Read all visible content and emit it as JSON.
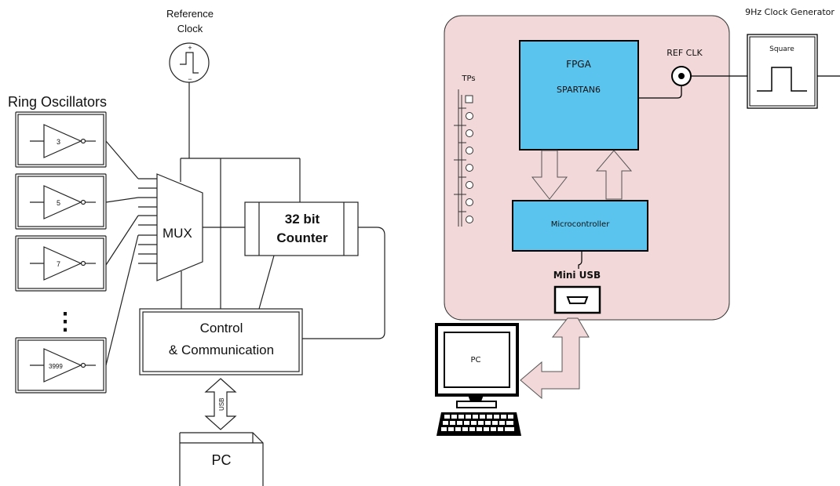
{
  "left_diagram": {
    "reference_clock": {
      "line1": "Reference",
      "line2": "Clock",
      "plus": "+",
      "minus": "−"
    },
    "ring_oscillators": {
      "title": "Ring Oscillators",
      "items": [
        "3",
        "5",
        "7",
        "3999"
      ],
      "ellipsis": "⋮"
    },
    "mux": {
      "label": "MUX"
    },
    "counter": {
      "line1": "32 bit",
      "line2": "Counter"
    },
    "control": {
      "line1": "Control",
      "line2": "& Communication"
    },
    "usb_link": {
      "label": "USB"
    },
    "pc": {
      "label": "PC"
    }
  },
  "right_diagram": {
    "clock_generator": {
      "title": "9Hz Clock Generator",
      "wave_label": "Square"
    },
    "ref_clk": {
      "label": "REF CLK"
    },
    "fpga": {
      "line1": "FPGA",
      "line2": "SPARTAN6"
    },
    "test_points": {
      "label": "TPs"
    },
    "microcontroller": {
      "label": "Microcontroller"
    },
    "mini_usb": {
      "label": "Mini USB"
    },
    "pc": {
      "label": "PC"
    },
    "colors": {
      "board": "#f2d8d8",
      "chip": "#5bc4ee",
      "arrow": "#f2d8d8"
    }
  }
}
